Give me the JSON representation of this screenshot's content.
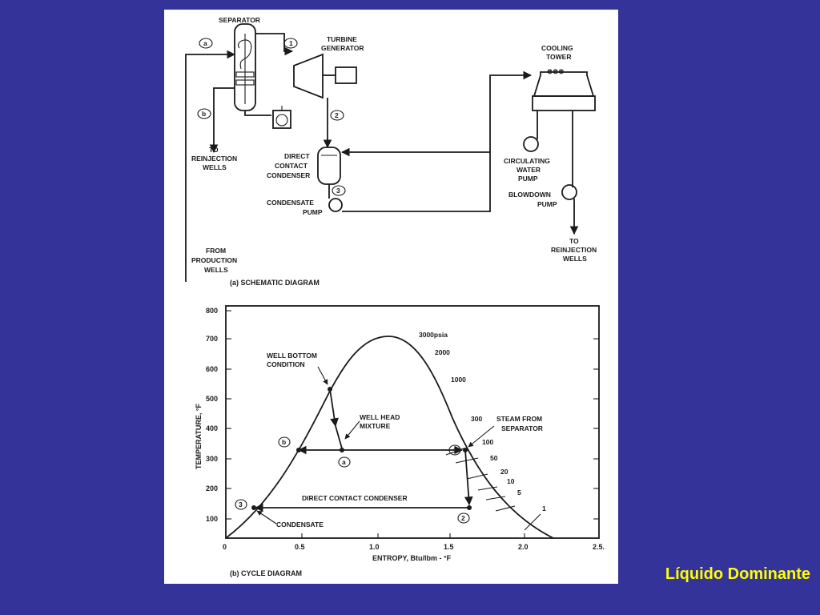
{
  "slide": {
    "caption": "Líquido Dominante",
    "caption_color": "#ffff00",
    "background_color": "#33339a"
  },
  "schematic": {
    "caption": "(a)  SCHEMATIC DIAGRAM",
    "separator": "SEPARATOR",
    "turbine_1": "TURBINE",
    "turbine_2": "GENERATOR",
    "cooling_1": "COOLING",
    "cooling_2": "TOWER",
    "to_reinj_left_1": "TO",
    "to_reinj_left_2": "REINJECTION",
    "to_reinj_left_3": "WELLS",
    "condenser_1": "DIRECT",
    "condenser_2": "CONTACT",
    "condenser_3": "CONDENSER",
    "condensate_pump_1": "CONDENSATE",
    "condensate_pump_2": "PUMP",
    "circ_pump_1": "CIRCULATING",
    "circ_pump_2": "WATER",
    "circ_pump_3": "PUMP",
    "blowdown_1": "BLOWDOWN",
    "blowdown_2": "PUMP",
    "to_reinj_right_1": "TO",
    "to_reinj_right_2": "REINJECTION",
    "to_reinj_right_3": "WELLS",
    "from_prod_1": "FROM",
    "from_prod_2": "PRODUCTION",
    "from_prod_3": "WELLS",
    "marker_a": "a",
    "marker_b": "b",
    "marker_1": "1",
    "marker_2": "2",
    "marker_3": "3"
  },
  "cycle": {
    "caption": "(b)  CYCLE DIAGRAM",
    "y_axis_label": "TEMPERATURE, °F",
    "x_axis_label": "ENTROPY, Btu/lbm - °F",
    "y_ticks": [
      "800",
      "700",
      "600",
      "500",
      "400",
      "300",
      "200",
      "100"
    ],
    "x_ticks": [
      "0",
      "0.5",
      "1.0",
      "1.5",
      "2.0",
      "2.5."
    ],
    "well_bottom_1": "WELL BOTTOM",
    "well_bottom_2": "CONDITION",
    "well_head_1": "WELL HEAD",
    "well_head_2": "MIXTURE",
    "steam_from_1": "STEAM FROM",
    "steam_from_2": "SEPARATOR",
    "direct_contact": "DIRECT CONTACT CONDENSER",
    "condensate": "CONDENSATE",
    "pressure_labels": [
      "3000psia",
      "2000",
      "1000",
      "300",
      "100",
      "50",
      "20",
      "10",
      "5",
      "1"
    ],
    "point_a": "a",
    "point_b": "b",
    "point_1": "1",
    "point_2": "2",
    "point_3": "3"
  }
}
